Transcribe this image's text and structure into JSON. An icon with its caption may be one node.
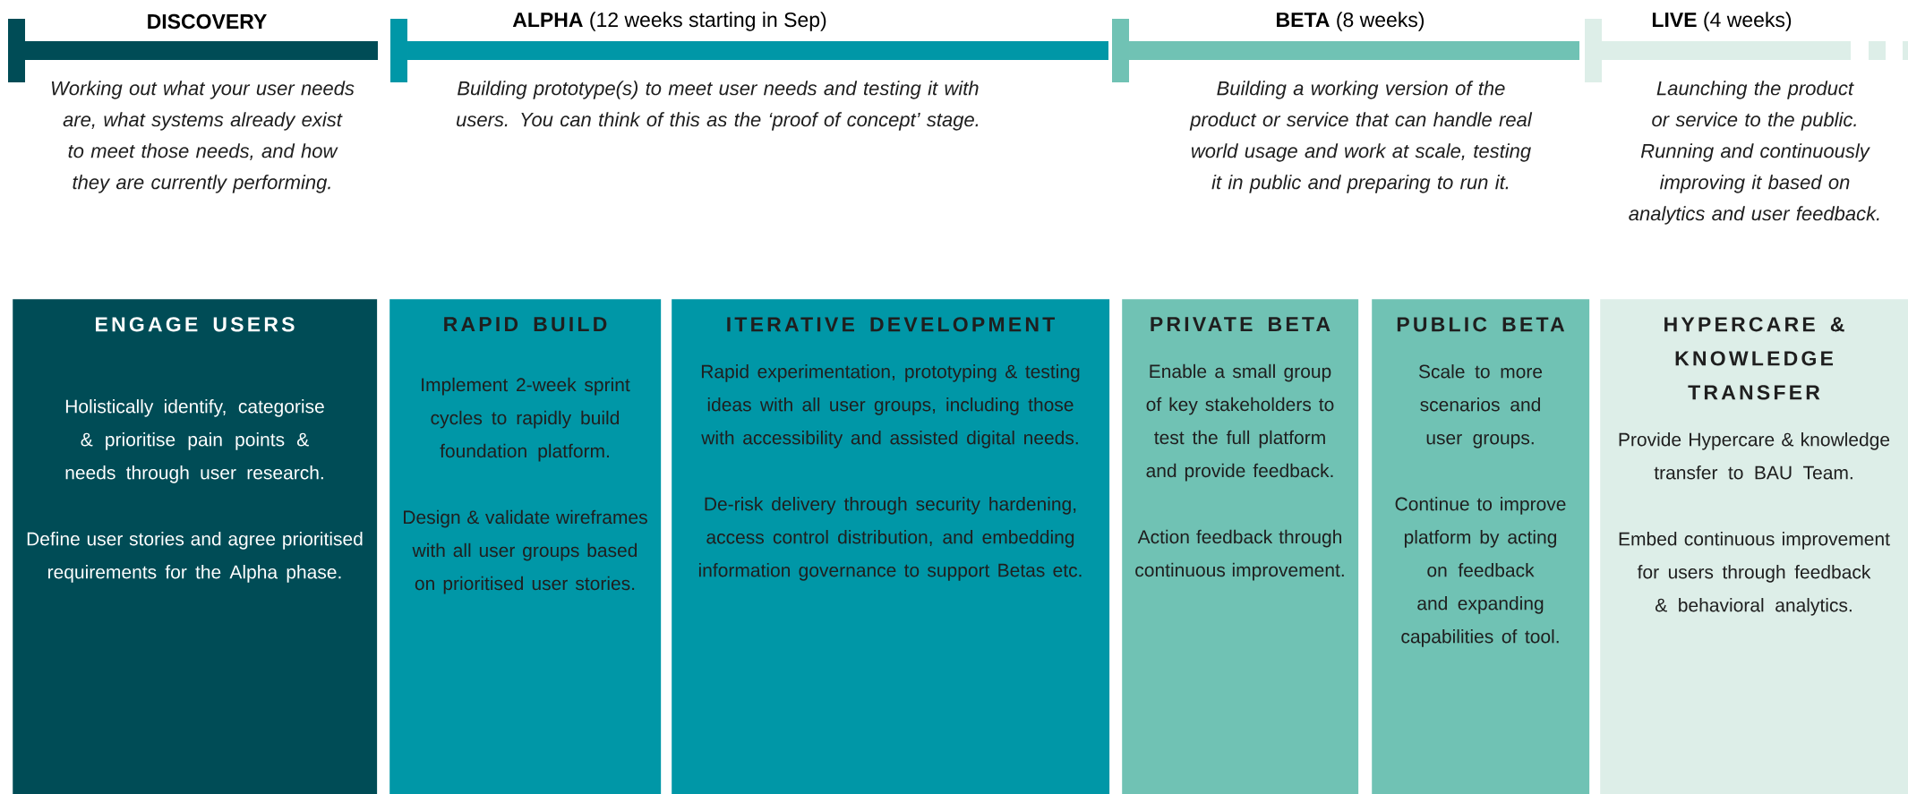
{
  "diagram": {
    "nodes": [
      {
        "text": [
          "DISCOVERY",
          "Working out what your user needs are, what systems already exist to meet those needs, and how they are currently performing."
        ]
      },
      {
        "text": [
          "**ALPHA** (12 weeks starting in Sep)",
          "Building prototype(s) to meet user needs and testing it with users. You can think of this as the ‘proof of concept’ stage."
        ]
      },
      {
        "text": [
          "**BETA** (8 weeks)",
          "Building a working version of the product or service that can handle real world usage and work at scale, testing it in public and preparing to run it."
        ]
      },
      {
        "text": [
          "**LIVE** (4 weeks)",
          "Launching the product or service to the public. Running and continuously improving it based on analytics and user feedback."
        ]
      },
      {
        "text": [
          "ENGAGE USERS",
          "Holistically identify, categorise & prioritise pain points & needs through user research.",
          "Define user stories and agree prioritised requirements for the Alpha phase."
        ]
      },
      {
        "text": [
          "RAPID BUILD",
          "Implement 2-week sprint cycles to rapidly build foundation platform.",
          "Design & validate wireframes with all user groups based on prioritised user stories."
        ]
      },
      {
        "text": [
          "ITERATIVE DEVELOPMENT",
          "Rapid experimentation, prototyping & testing ideas with all user groups, including those with accessibility and assisted digital needs.",
          "De-risk delivery through security hardening, access control distribution, and embedding information governance to support Betas etc."
        ]
      },
      {
        "text": [
          "PRIVATE BETA",
          "Enable a small group of key stakeholders to test the full platform and provide feedback.",
          "Action feedback through continuous improvement."
        ]
      },
      {
        "text": [
          "PUBLIC BETA",
          "Scale to more scenarios and user groups.",
          "Continue to improve platform by acting on feedback and expanding capabilities of tool."
        ]
      },
      {
        "text": [
          "HYPERCARE & KNOWLEDGE TRANSFER",
          "Provide Hypercare & knowledge transfer to BAU Team.",
          "Embed continuous improvement for users through feedback & behavioral analytics."
        ]
      }
    ]
  }
}
